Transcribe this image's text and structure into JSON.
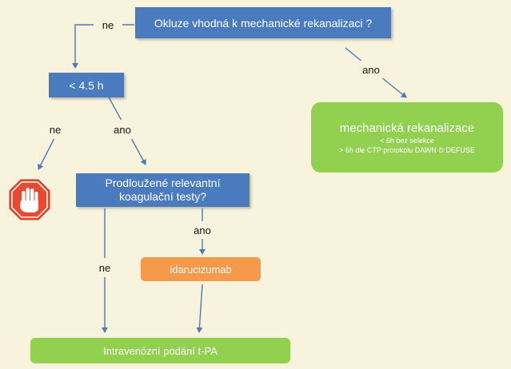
{
  "nodes": {
    "q_occlusion": "Okluze vhodná k mechanické rekanalizaci ?",
    "q_time": "< 4.5 h",
    "q_coag_line1": "Prodloužené relevantní",
    "q_coag_line2": "koagulační testy?",
    "idarucizumab": "idarucizumab",
    "tpa": "Intravenózní podání t-PA",
    "mech_title": "mechanická rekanalizace",
    "mech_sub1": "< 6h bez selekce",
    "mech_sub2": "> 6h dle CTP protokolu DAWN či DEFUSE"
  },
  "edge_labels": {
    "occlusion_no": "ne",
    "occlusion_yes": "ano",
    "time_no": "ne",
    "time_yes": "ano",
    "coag_yes": "ano",
    "coag_no": "ne"
  },
  "icons": {
    "stop": "stop-hand-icon"
  },
  "colors": {
    "background": "#f8f3dc",
    "question_box": "#4a7bbf",
    "action_box": "#f59a4a",
    "outcome_box": "#92d050",
    "stop_sign": "#e8492f",
    "arrow": "#4a7bbf"
  }
}
